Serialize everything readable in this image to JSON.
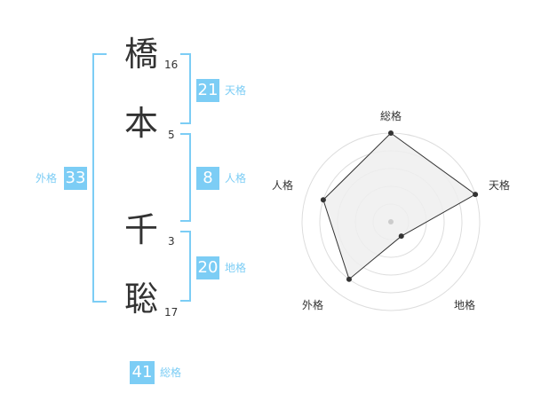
{
  "name": {
    "characters": [
      {
        "char": "橋",
        "strokes": "16"
      },
      {
        "char": "本",
        "strokes": "5"
      },
      {
        "char": "千",
        "strokes": "3"
      },
      {
        "char": "聡",
        "strokes": "17"
      }
    ]
  },
  "kaku": {
    "tenkaku": {
      "value": "21",
      "label": "天格"
    },
    "jinkaku": {
      "value": "8",
      "label": "人格"
    },
    "chikaku": {
      "value": "20",
      "label": "地格"
    },
    "gaikaku": {
      "value": "33",
      "label": "外格"
    },
    "soukaku": {
      "value": "41",
      "label": "総格"
    }
  },
  "colors": {
    "accent": "#7ccdf5",
    "text": "#333333",
    "radar_fill": "#eeeeee",
    "radar_ring": "#dddddd"
  },
  "chart_data": {
    "type": "radar",
    "axes": [
      "総格",
      "天格",
      "地格",
      "外格",
      "人格"
    ],
    "values": [
      5,
      5,
      1,
      4,
      4
    ],
    "range": [
      0,
      5
    ],
    "rings": 5
  }
}
